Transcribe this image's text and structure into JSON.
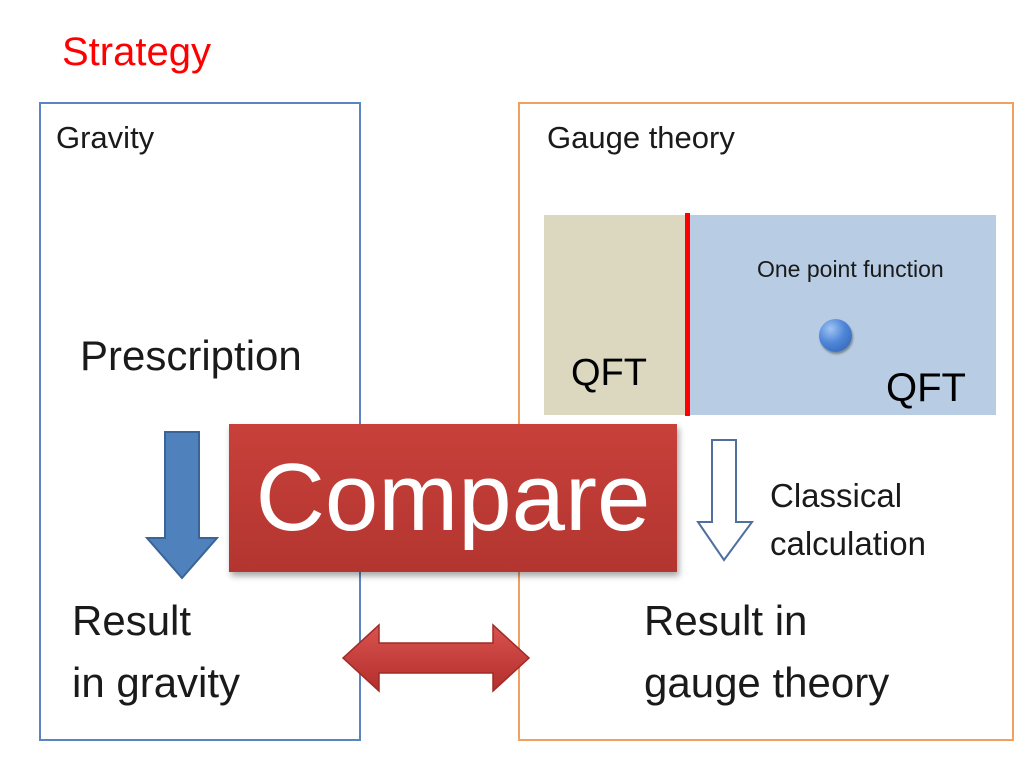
{
  "title": "Strategy",
  "gravity": {
    "heading": "Gravity",
    "prescription": "Prescription",
    "result_line1": "Result",
    "result_line2": "in gravity"
  },
  "gauge": {
    "heading": "Gauge theory",
    "one_point_function": "One point function",
    "qft_left": "QFT",
    "qft_right": "QFT",
    "classical_line1": "Classical",
    "classical_line2": "calculation",
    "result_line1": "Result in",
    "result_line2": "gauge theory"
  },
  "compare": "Compare",
  "colors": {
    "title": "#ff0000",
    "gravity_border": "#5a86bf",
    "gauge_border": "#f0a060",
    "compare_box": "#c0392b",
    "boundary_line": "#ff0000"
  }
}
